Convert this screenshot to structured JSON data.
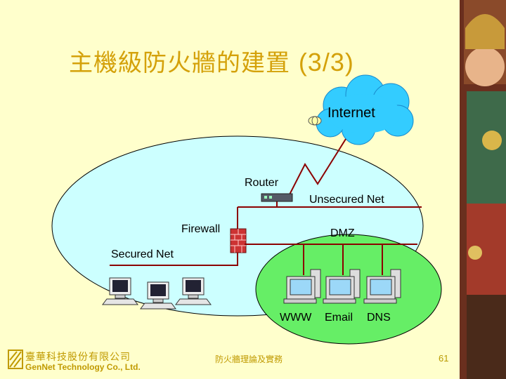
{
  "slide": {
    "title_main": "主機級防火牆的建置",
    "title_suffix": "(3/3)",
    "page_number": "61"
  },
  "diagram": {
    "internet": "Internet",
    "router": "Router",
    "unsecured_net": "Unsecured Net",
    "firewall": "Firewall",
    "dmz": "DMZ",
    "secured_net": "Secured Net",
    "servers": [
      "WWW",
      "Email",
      "DNS"
    ]
  },
  "footer": {
    "company_cn": "臺華科技股份有限公司",
    "company_en": "GenNet Technology Co., Ltd.",
    "center_text": "防火牆理論及實務"
  },
  "colors": {
    "background": "#ffffcc",
    "title": "#d4a10a",
    "big_ellipse": "#ccffff",
    "dmz_ellipse": "#66ee66",
    "cloud": "#33ccff",
    "lines": "#8b0000"
  }
}
